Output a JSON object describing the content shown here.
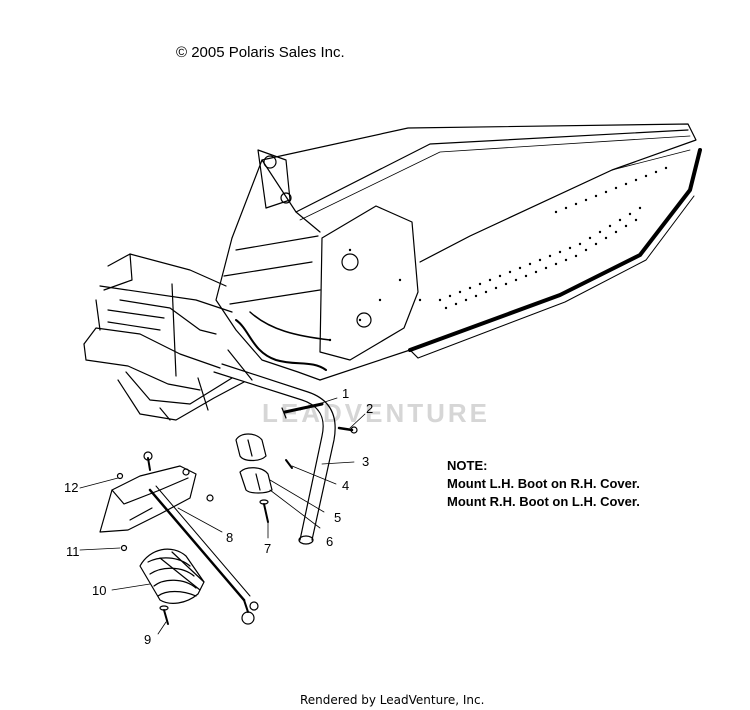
{
  "copyright": "© 2005 Polaris Sales Inc.",
  "footer": "Rendered by LeadVenture, Inc.",
  "watermark": "LEADVENTURE",
  "note": {
    "title": "NOTE:",
    "line1": "Mount L.H. Boot on R.H. Cover.",
    "line2": "Mount R.H. Boot on L.H. Cover."
  },
  "callouts": [
    "1",
    "2",
    "3",
    "4",
    "5",
    "6",
    "7",
    "8",
    "9",
    "10",
    "11",
    "12"
  ]
}
